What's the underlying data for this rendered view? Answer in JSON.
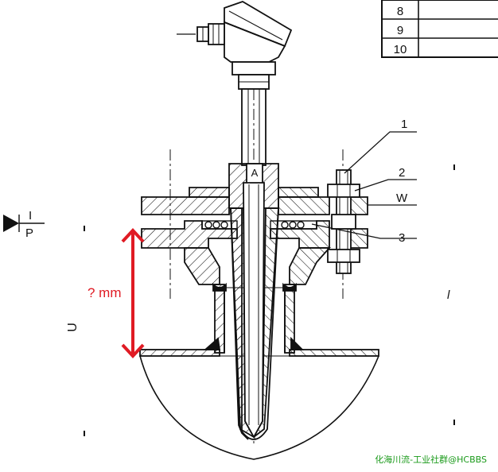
{
  "table": {
    "rows": [
      "8",
      "9",
      "10"
    ]
  },
  "callouts": {
    "c1": "1",
    "c2": "2",
    "cw": "W",
    "c3": "3"
  },
  "symbol": {
    "top": "I",
    "bottom": "P"
  },
  "dimension": {
    "label": "? mm",
    "color": "#e01b24"
  },
  "section": {
    "label": "A"
  },
  "side_label": "U",
  "tick_label": "l",
  "watermark": {
    "text": "化海川流-工业社群@HCBBS",
    "color": "#1a9a1a"
  },
  "colors": {
    "line": "#111111",
    "paper": "#ffffff"
  }
}
